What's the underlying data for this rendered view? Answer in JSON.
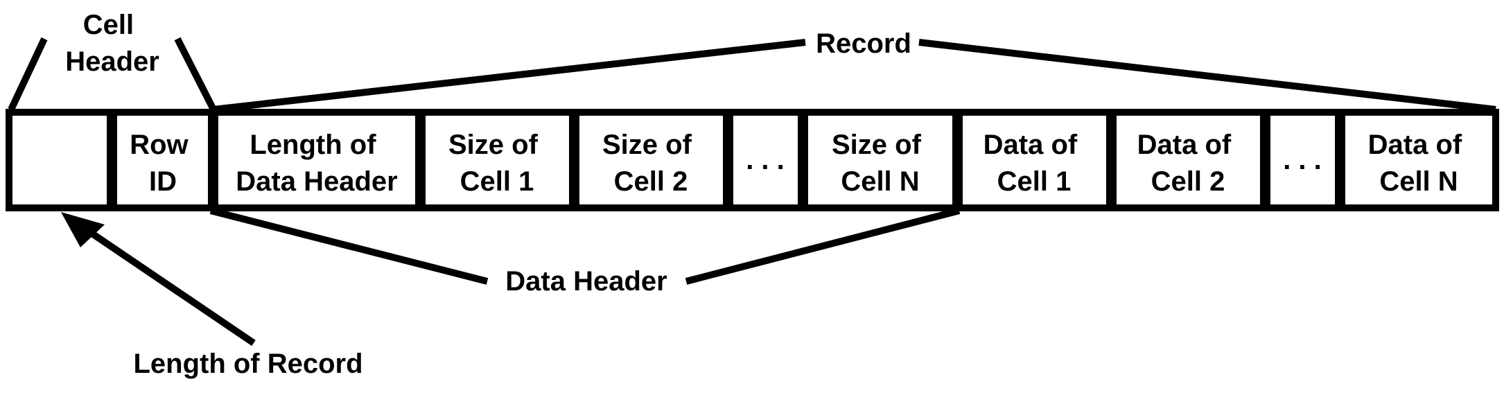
{
  "cells": [
    {
      "id": "length-of-record-cell",
      "lines": []
    },
    {
      "id": "row-id",
      "lines": [
        "Row",
        "ID"
      ]
    },
    {
      "id": "length-of-data-header",
      "lines": [
        "Length of",
        "Data Header"
      ]
    },
    {
      "id": "size-of-cell-1",
      "lines": [
        "Size of",
        "Cell 1"
      ]
    },
    {
      "id": "size-of-cell-2",
      "lines": [
        "Size of",
        "Cell 2"
      ]
    },
    {
      "id": "size-ellipsis",
      "lines": [
        ". . ."
      ]
    },
    {
      "id": "size-of-cell-n",
      "lines": [
        "Size of",
        "Cell N"
      ]
    },
    {
      "id": "data-of-cell-1",
      "lines": [
        "Data of",
        "Cell 1"
      ]
    },
    {
      "id": "data-of-cell-2",
      "lines": [
        "Data of",
        "Cell 2"
      ]
    },
    {
      "id": "data-ellipsis",
      "lines": [
        ". . ."
      ]
    },
    {
      "id": "data-of-cell-n",
      "lines": [
        "Data of",
        "Cell N"
      ]
    }
  ],
  "labels": {
    "cell_header": [
      "Cell",
      "Header"
    ],
    "record": "Record",
    "data_header": "Data Header",
    "length_of_record": "Length of Record"
  },
  "colors": {
    "stroke": "#000000",
    "background": "#ffffff"
  }
}
